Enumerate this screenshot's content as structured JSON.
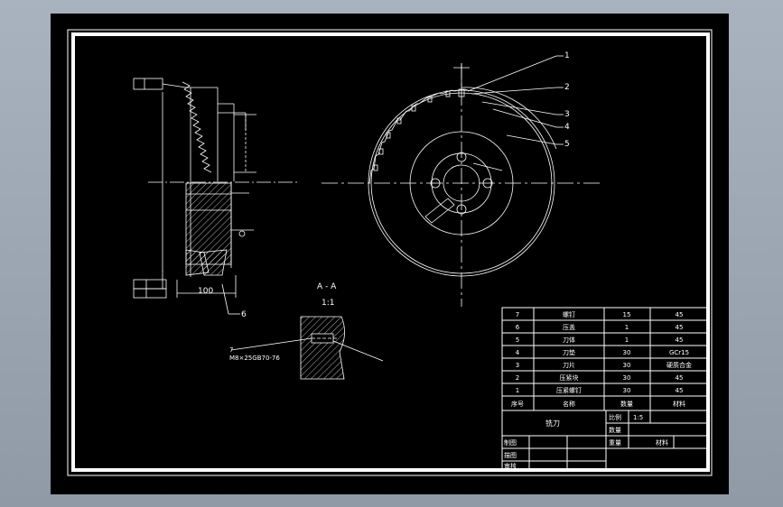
{
  "balloons": [
    "1",
    "2",
    "3",
    "4",
    "5",
    "6",
    "7"
  ],
  "dimension_100": "100",
  "view_label": "A - A",
  "view_scale": "1:1",
  "thread_note": "M8×25GB70-76",
  "bom": {
    "rows": [
      {
        "no": "7",
        "name": "螺钉",
        "qty": "15",
        "material": "45"
      },
      {
        "no": "6",
        "name": "压盖",
        "qty": "1",
        "material": "45"
      },
      {
        "no": "5",
        "name": "刀体",
        "qty": "1",
        "material": "45"
      },
      {
        "no": "4",
        "name": "刀垫",
        "qty": "30",
        "material": "GCr15"
      },
      {
        "no": "3",
        "name": "刀片",
        "qty": "30",
        "material": "硬质合金"
      },
      {
        "no": "2",
        "name": "压紧块",
        "qty": "30",
        "material": "45"
      },
      {
        "no": "1",
        "name": "压紧螺钉",
        "qty": "30",
        "material": "45"
      }
    ],
    "header": {
      "no": "序号",
      "name": "名称",
      "qty": "数量",
      "material": "材料"
    }
  },
  "title_block": {
    "part_name": "铣刀",
    "scale_label": "比例",
    "scale_value": "1:5",
    "count_label": "数量",
    "weight_label": "重量",
    "material_label": "材料",
    "drawn_label": "制图",
    "design_label": "描图",
    "review_label": "审核"
  }
}
